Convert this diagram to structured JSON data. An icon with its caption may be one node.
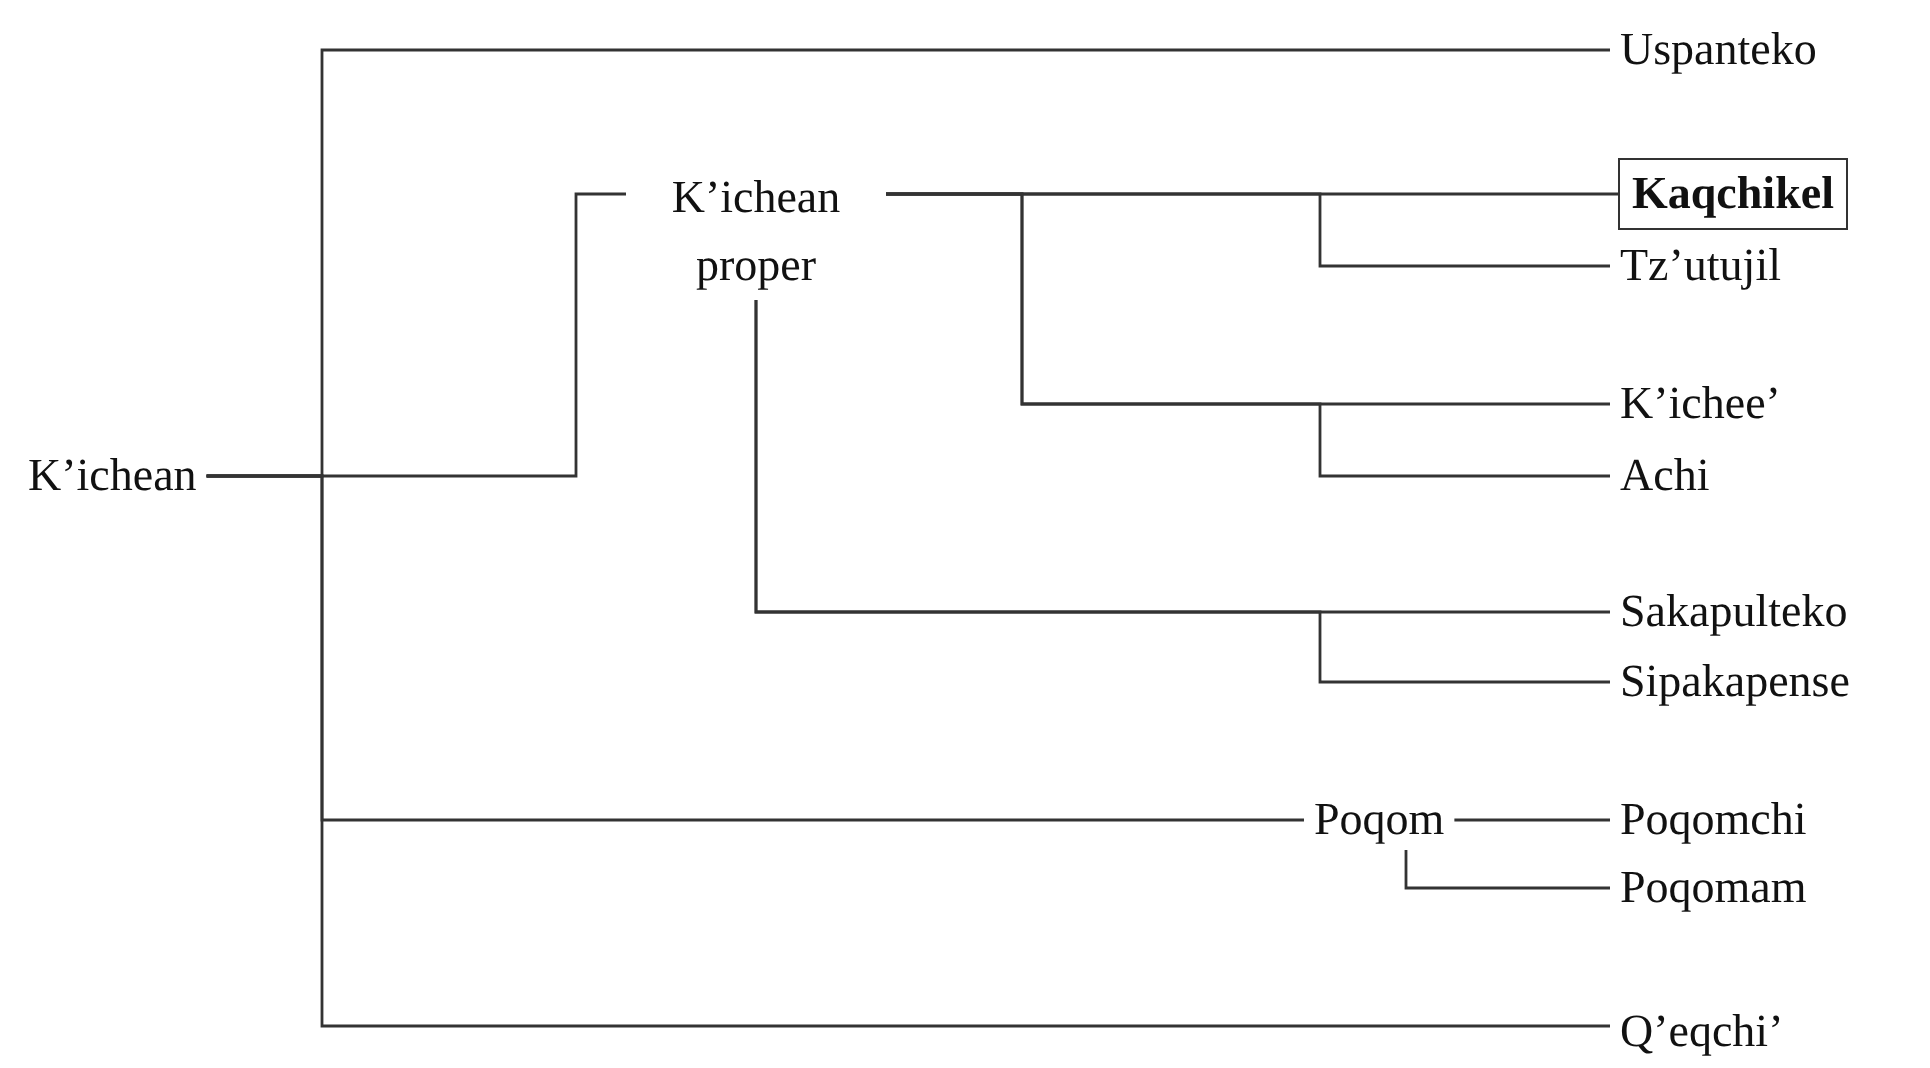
{
  "diagram": {
    "nodes": [
      {
        "text": [
          "K’ichean"
        ]
      },
      {
        "text": [
          "Uspanteko"
        ]
      },
      {
        "text": [
          "K’ichean proper"
        ]
      },
      {
        "text": [
          "Kaqchikel"
        ]
      },
      {
        "text": [
          "Tz’utujil"
        ]
      },
      {
        "text": [
          "K’ichee’"
        ]
      },
      {
        "text": [
          "Achi"
        ]
      },
      {
        "text": [
          "Sakapulteko"
        ]
      },
      {
        "text": [
          "Sipakapense"
        ]
      },
      {
        "text": [
          "Poqom"
        ]
      },
      {
        "text": [
          "Poqomchi"
        ]
      },
      {
        "text": [
          "Poqomam"
        ]
      },
      {
        "text": [
          "Q’eqchi’"
        ]
      }
    ],
    "edges": [
      {
        "from": 0,
        "to": 1,
        "arrow": "none"
      },
      {
        "from": 0,
        "to": 2,
        "arrow": "none"
      },
      {
        "from": 0,
        "to": 9,
        "arrow": "none"
      },
      {
        "from": 0,
        "to": 12,
        "arrow": "none"
      },
      {
        "from": 2,
        "to": 3,
        "arrow": "none"
      },
      {
        "from": 2,
        "to": 4,
        "arrow": "none"
      },
      {
        "from": 2,
        "to": 5,
        "arrow": "none"
      },
      {
        "from": 2,
        "to": 6,
        "arrow": "none"
      },
      {
        "from": 2,
        "to": 7,
        "arrow": "none"
      },
      {
        "from": 2,
        "to": 8,
        "arrow": "none"
      },
      {
        "from": 9,
        "to": 10,
        "arrow": "none"
      },
      {
        "from": 9,
        "to": 11,
        "arrow": "none"
      }
    ]
  }
}
